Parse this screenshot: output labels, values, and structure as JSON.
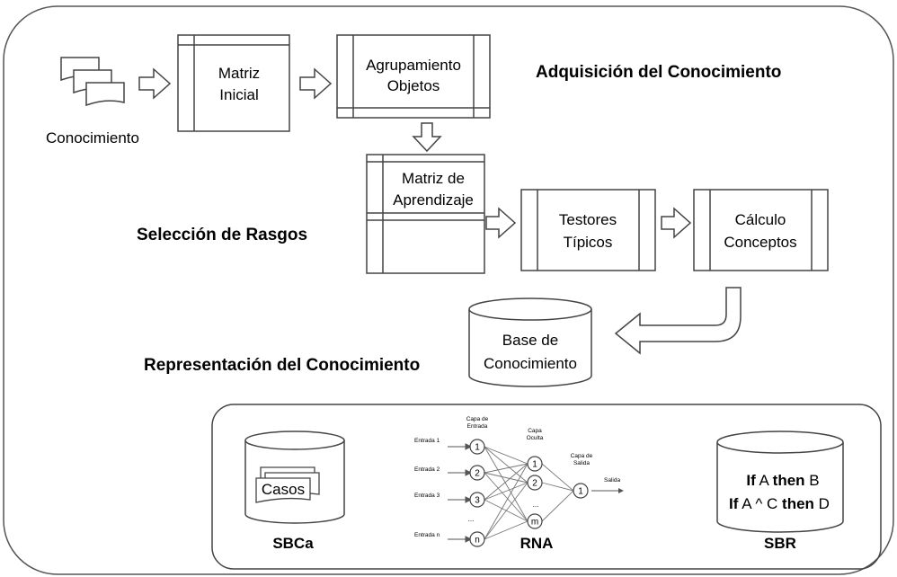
{
  "labels": {
    "conocimiento": "Conocimiento",
    "matriz_inicial": [
      "Matriz",
      "Inicial"
    ],
    "agrupamiento": [
      "Agrupamiento",
      "Objetos"
    ],
    "adquisicion": "Adquisición del Conocimiento",
    "matriz_aprendizaje": [
      "Matriz de",
      "Aprendizaje"
    ],
    "testores": [
      "Testores",
      "Típicos"
    ],
    "calculo": [
      "Cálculo",
      "Conceptos"
    ],
    "seleccion": "Selección de Rasgos",
    "base": [
      "Base de",
      "Conocimiento"
    ],
    "representacion": "Representación del Conocimiento"
  },
  "bottom": {
    "sbca": {
      "label": "SBCa",
      "casos": "Casos"
    },
    "rna": {
      "label": "RNA",
      "capa_entrada": [
        "Capa de",
        "Entrada"
      ],
      "capa_oculta": [
        "Capa",
        "Oculta"
      ],
      "capa_salida": [
        "Capa de",
        "Salida"
      ],
      "salida": "Salida",
      "entradas": [
        "Entrada 1",
        "Entrada 2",
        "Entrada 3",
        "Entrada n"
      ],
      "input_nodes": [
        "1",
        "2",
        "3",
        "n"
      ],
      "input_ellipsis": "...",
      "hidden_nodes": [
        "1",
        "2",
        "m"
      ],
      "hidden_ellipsis": "...",
      "output_nodes": [
        "1"
      ]
    },
    "sbr": {
      "label": "SBR",
      "rule1": {
        "if": "If",
        "cond": " A ",
        "then": "then",
        "res": " B"
      },
      "rule2": {
        "if": "If",
        "cond": " A ^ C ",
        "then": "then",
        "res": " D"
      }
    }
  }
}
